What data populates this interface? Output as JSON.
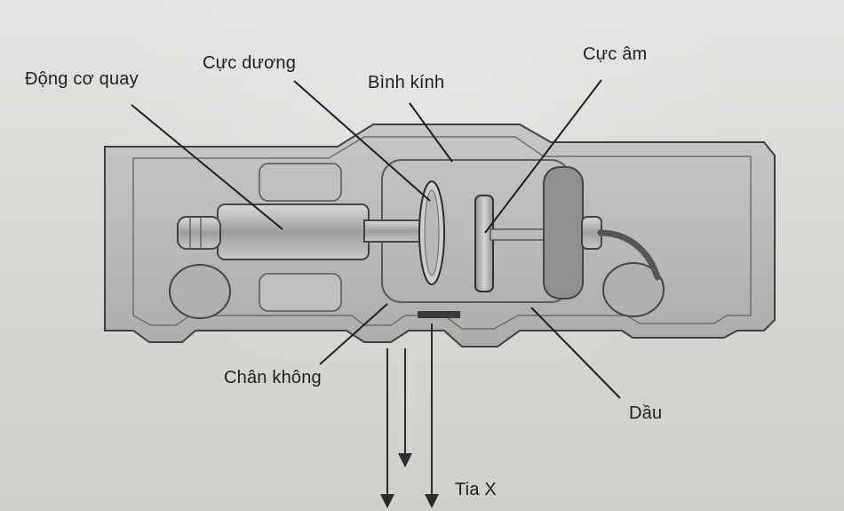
{
  "labels": {
    "motor": "Động cơ quay",
    "anode": "Cực dương",
    "glass_envelope": "Bình kính",
    "cathode": "Cực âm",
    "vacuum": "Chân không",
    "oil": "Dầu",
    "xray": "Tia X"
  },
  "colors": {
    "background": "#d9d9d7",
    "housing_fill": "#b9b9b7",
    "housing_stroke": "#404040",
    "inner_fill": "#a7a7a5",
    "line": "#1f1f1f"
  },
  "icons": {
    "housing": "x-ray-tube-housing",
    "anode_disc": "rotating-anode-disc",
    "cathode": "cathode-cup",
    "arrow": "x-ray-arrow"
  }
}
